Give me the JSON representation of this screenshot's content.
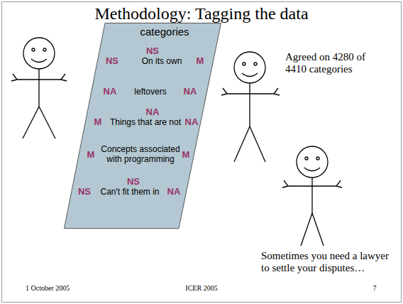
{
  "diagram": {
    "title": "Methodology:  Tagging the data",
    "nodes": [
      {
        "text": [
          "categories",
          "NS",
          "NS",
          "On its own",
          "M",
          "NA",
          "leftovers",
          "NA",
          "NA",
          "M",
          "Things that are not",
          "NA",
          "M",
          "Concepts associated with programming",
          "M",
          "NS",
          "NS",
          "Can't fit them in",
          "NA"
        ]
      }
    ],
    "labels": [
      "Agreed on 4280 of 4410 categories",
      "Sometimes you need a lawyer to settle your disputes…",
      "1 October 2005",
      "ICER 2005",
      "7"
    ]
  }
}
